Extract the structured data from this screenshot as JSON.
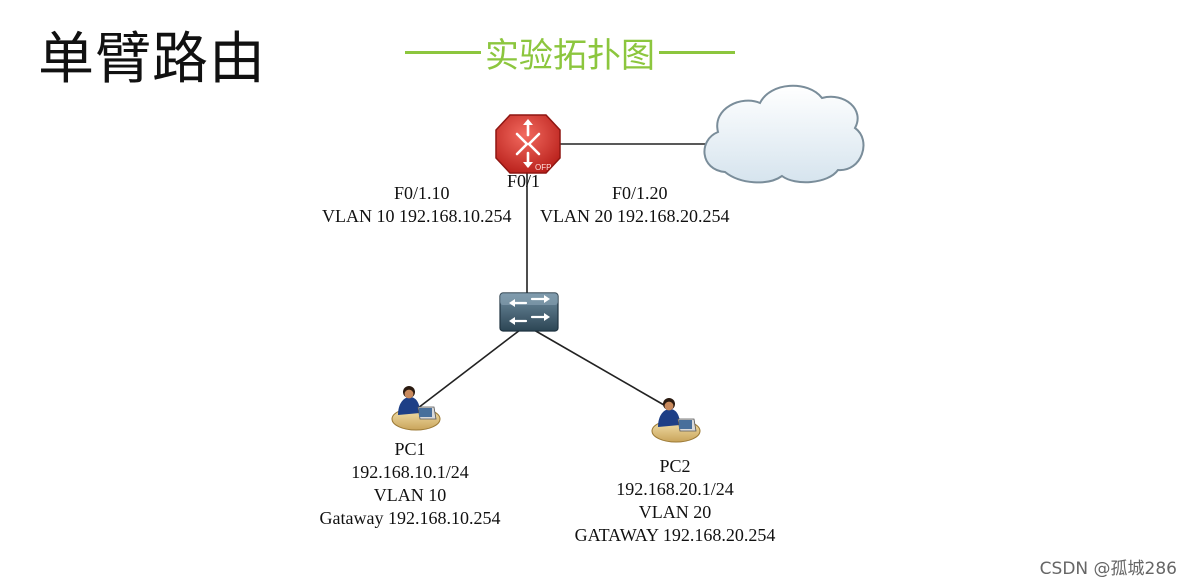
{
  "title": "单臂路由",
  "subtitle": "实验拓扑图",
  "router": {
    "port_label": "F0/1",
    "icon_text": "OFP",
    "left_sub": {
      "interface": "F0/1.10",
      "vlan_ip": "VLAN 10 192.168.10.254"
    },
    "right_sub": {
      "interface": "F0/1.20",
      "vlan_ip": "VLAN 20 192.168.20.254"
    }
  },
  "pc1": {
    "name": "PC1",
    "ip": "192.168.10.1/24",
    "vlan": "VLAN 10",
    "gateway": "Gataway 192.168.10.254"
  },
  "pc2": {
    "name": "PC2",
    "ip": "192.168.20.1/24",
    "vlan": "VLAN 20",
    "gateway": "GATAWAY 192.168.20.254"
  },
  "watermark": "CSDN @孤城286",
  "colors": {
    "accent": "#8cc63e",
    "router": "#d8302a",
    "switch": "#3c5a6e"
  }
}
